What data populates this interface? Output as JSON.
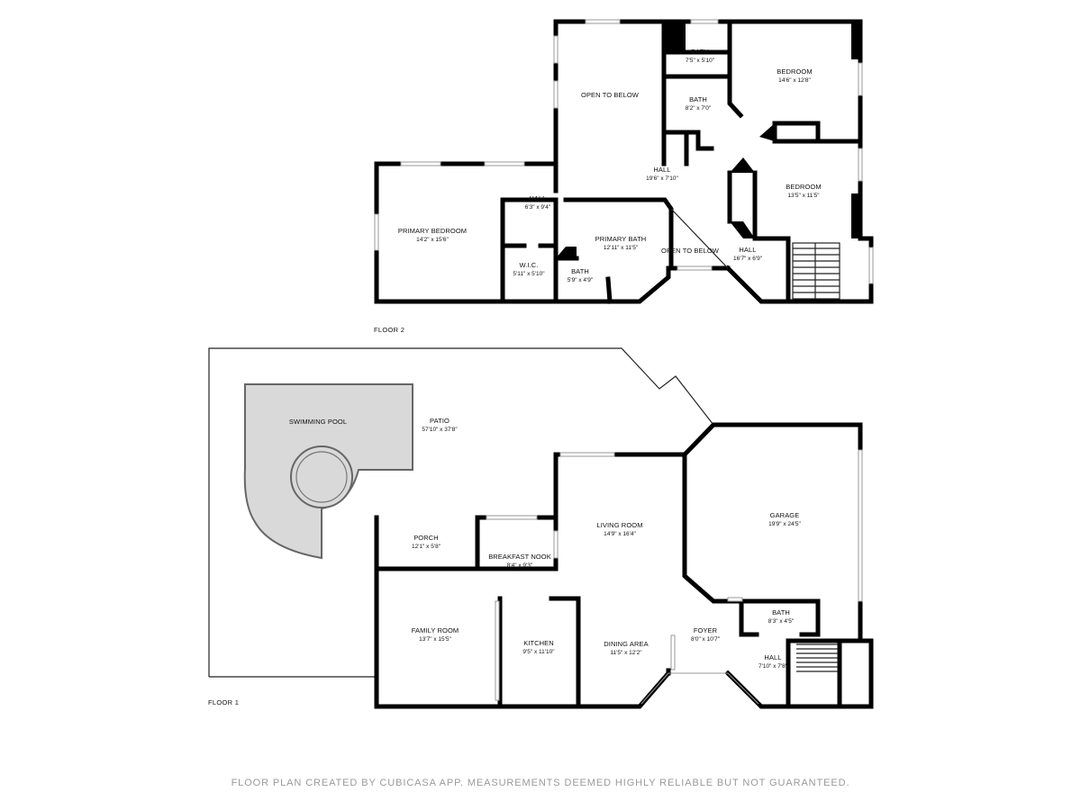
{
  "floors": {
    "floor2_label": "FLOOR 2",
    "floor1_label": "FLOOR 1"
  },
  "rooms": {
    "bath_top": {
      "name": "BATH",
      "dim": "7'5\" x 5'10\""
    },
    "bath_mid": {
      "name": "BATH",
      "dim": "8'2\" x 7'0\""
    },
    "bedroom_1": {
      "name": "BEDROOM",
      "dim": "14'6\" x 12'8\""
    },
    "bedroom_2": {
      "name": "BEDROOM",
      "dim": "13'5\" x 11'5\""
    },
    "open_to_below_1": {
      "name": "OPEN TO BELOW"
    },
    "open_to_below_2": {
      "name": "OPEN TO BELOW"
    },
    "hall_upper": {
      "name": "HALL",
      "dim": "19'6\" x 7'10\""
    },
    "hall_small": {
      "name": "HALL",
      "dim": "6'3\" x 9'4\""
    },
    "hall_right": {
      "name": "HALL",
      "dim": "16'7\" x 6'9\""
    },
    "primary_bedroom": {
      "name": "PRIMARY BEDROOM",
      "dim": "14'2\" x 15'6\""
    },
    "primary_bath": {
      "name": "PRIMARY BATH",
      "dim": "12'11\" x 11'5\""
    },
    "wic": {
      "name": "W.I.C.",
      "dim": "5'11\" x 5'10\""
    },
    "bath_small": {
      "name": "BATH",
      "dim": "5'9\" x 4'9\""
    },
    "swimming_pool": {
      "name": "SWIMMING POOL"
    },
    "patio": {
      "name": "PATIO",
      "dim": "57'10\" x 37'8\""
    },
    "garage": {
      "name": "GARAGE",
      "dim": "19'9\" x 24'5\""
    },
    "living_room": {
      "name": "LIVING ROOM",
      "dim": "14'9\" x 16'4\""
    },
    "porch": {
      "name": "PORCH",
      "dim": "12'1\" x 5'8\""
    },
    "breakfast_nook": {
      "name": "BREAKFAST NOOK",
      "dim": "8'4\" x 9'3\""
    },
    "family_room": {
      "name": "FAMILY ROOM",
      "dim": "13'7\" x 15'5\""
    },
    "kitchen": {
      "name": "KITCHEN",
      "dim": "9'5\" x 11'10\""
    },
    "dining_area": {
      "name": "DINING AREA",
      "dim": "11'5\" x 12'2\""
    },
    "foyer": {
      "name": "FOYER",
      "dim": "8'0\" x 10'7\""
    },
    "bath_floor1": {
      "name": "BATH",
      "dim": "8'3\" x 4'5\""
    },
    "hall_floor1": {
      "name": "HALL",
      "dim": "7'10\" x 7'8\""
    }
  },
  "footer": "FLOOR PLAN CREATED BY CUBICASA APP. MEASUREMENTS DEEMED HIGHLY RELIABLE BUT NOT GUARANTEED."
}
